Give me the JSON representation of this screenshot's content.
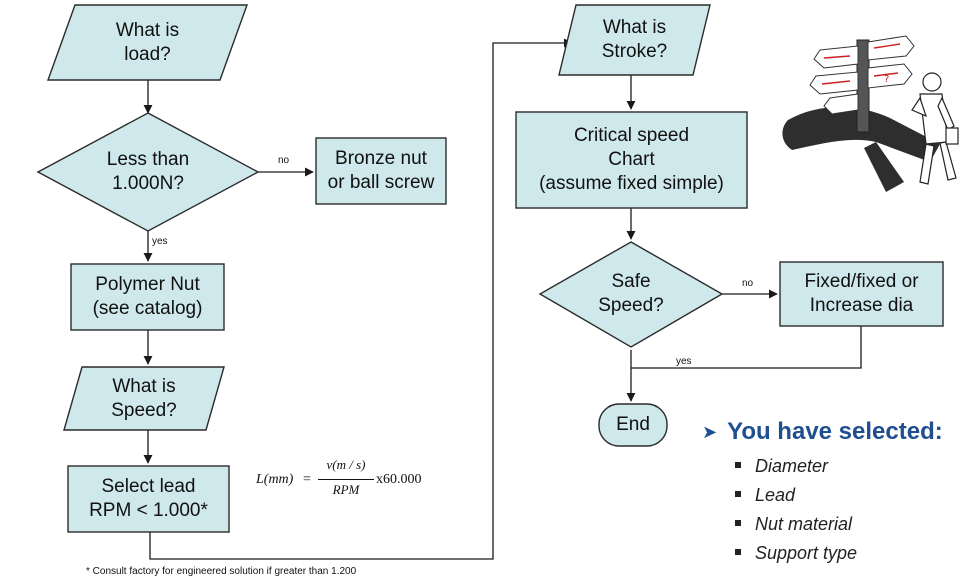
{
  "nodes": {
    "what_is_load": [
      "What is",
      "load?"
    ],
    "less_than": [
      "Less than",
      "1.000N?"
    ],
    "bronze_nut": [
      "Bronze nut",
      "or ball screw"
    ],
    "polymer_nut": [
      "Polymer Nut",
      "(see catalog)"
    ],
    "what_is_speed": [
      "What is",
      "Speed?"
    ],
    "select_lead": [
      "Select lead",
      "RPM < 1.000*"
    ],
    "what_is_stroke": [
      "What is",
      "Stroke?"
    ],
    "critical_speed": [
      "Critical speed",
      "Chart",
      "(assume fixed simple)"
    ],
    "safe_speed": [
      "Safe",
      "Speed?"
    ],
    "fixed_fixed": [
      "Fixed/fixed or",
      "Increase dia"
    ],
    "end": [
      "End"
    ]
  },
  "edge_labels": {
    "less_than_no": "no",
    "less_than_yes": "yes",
    "safe_speed_no": "no",
    "safe_speed_yes": "yes"
  },
  "formula": {
    "lhs": "L(mm)",
    "equals": "=",
    "numerator": "v(m / s)",
    "denominator": "RPM",
    "tail": "x60.000"
  },
  "footnote": "* Consult factory for engineered solution if greater than 1.200",
  "summary": {
    "heading": "You have selected:",
    "items": [
      "Diameter",
      "Lead",
      "Nut material",
      "Support type"
    ]
  },
  "colors": {
    "shape_fill": "#cfe8ec",
    "heading_blue": "#1f4f8f"
  },
  "icons": {
    "summary_arrow": "arrowhead-bullet-icon",
    "illustration": "businessman-at-signpost-icon"
  }
}
